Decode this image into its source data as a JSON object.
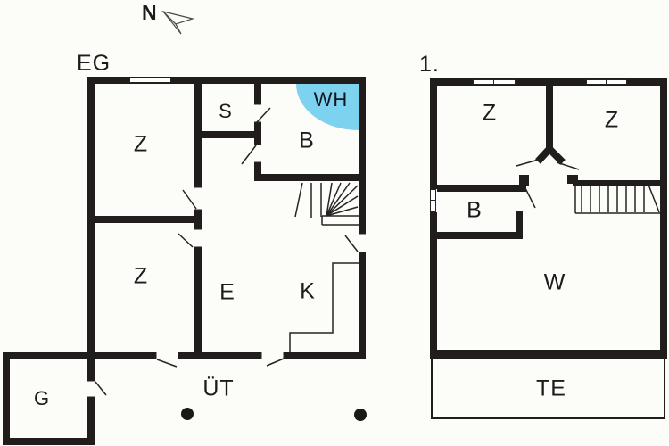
{
  "colors": {
    "wall": "#211d1d",
    "water_heater_blue": "#7dd2ef",
    "background": "#fcfcf9",
    "thin_line": "#262323"
  },
  "compass": {
    "north_label": "N"
  },
  "ground_floor": {
    "title": "EG",
    "rooms": {
      "z_top": "Z",
      "s": "S",
      "wh": "WH",
      "b": "B",
      "z_bottom": "Z",
      "e": "E",
      "k": "K",
      "g": "G",
      "terrace": "ÜT"
    }
  },
  "upper_floor": {
    "title": "1.",
    "rooms": {
      "z_left": "Z",
      "z_right": "Z",
      "b": "B",
      "w": "W",
      "terrace": "TE"
    }
  }
}
